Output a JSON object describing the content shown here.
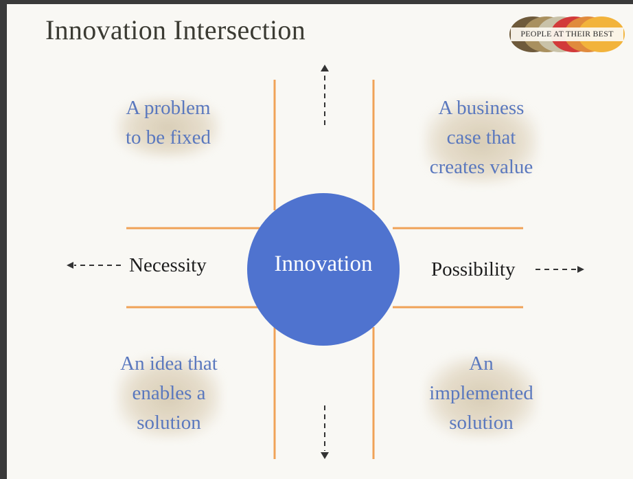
{
  "title": "Innovation Intersection",
  "logo": {
    "text": "PEOPLE AT THEIR BEST"
  },
  "center": {
    "label": "Innovation"
  },
  "axes": {
    "left": "Necessity",
    "right": "Possibility"
  },
  "quadrants": {
    "top_left": [
      "A problem",
      "to be fixed"
    ],
    "top_right": [
      "A business",
      "case that",
      "creates value"
    ],
    "bottom_left": [
      "An idea that",
      "enables a",
      "solution"
    ],
    "bottom_right": [
      "An",
      "implemented",
      "solution"
    ]
  },
  "colors": {
    "line": "#f0a257",
    "circle": "#4f73cf",
    "quadrant_text": "#5a78be",
    "logo": [
      "#6e5a3b",
      "#a9905f",
      "#c9c2a8",
      "#d23a3a",
      "#e08a3c",
      "#f2b33b"
    ]
  }
}
